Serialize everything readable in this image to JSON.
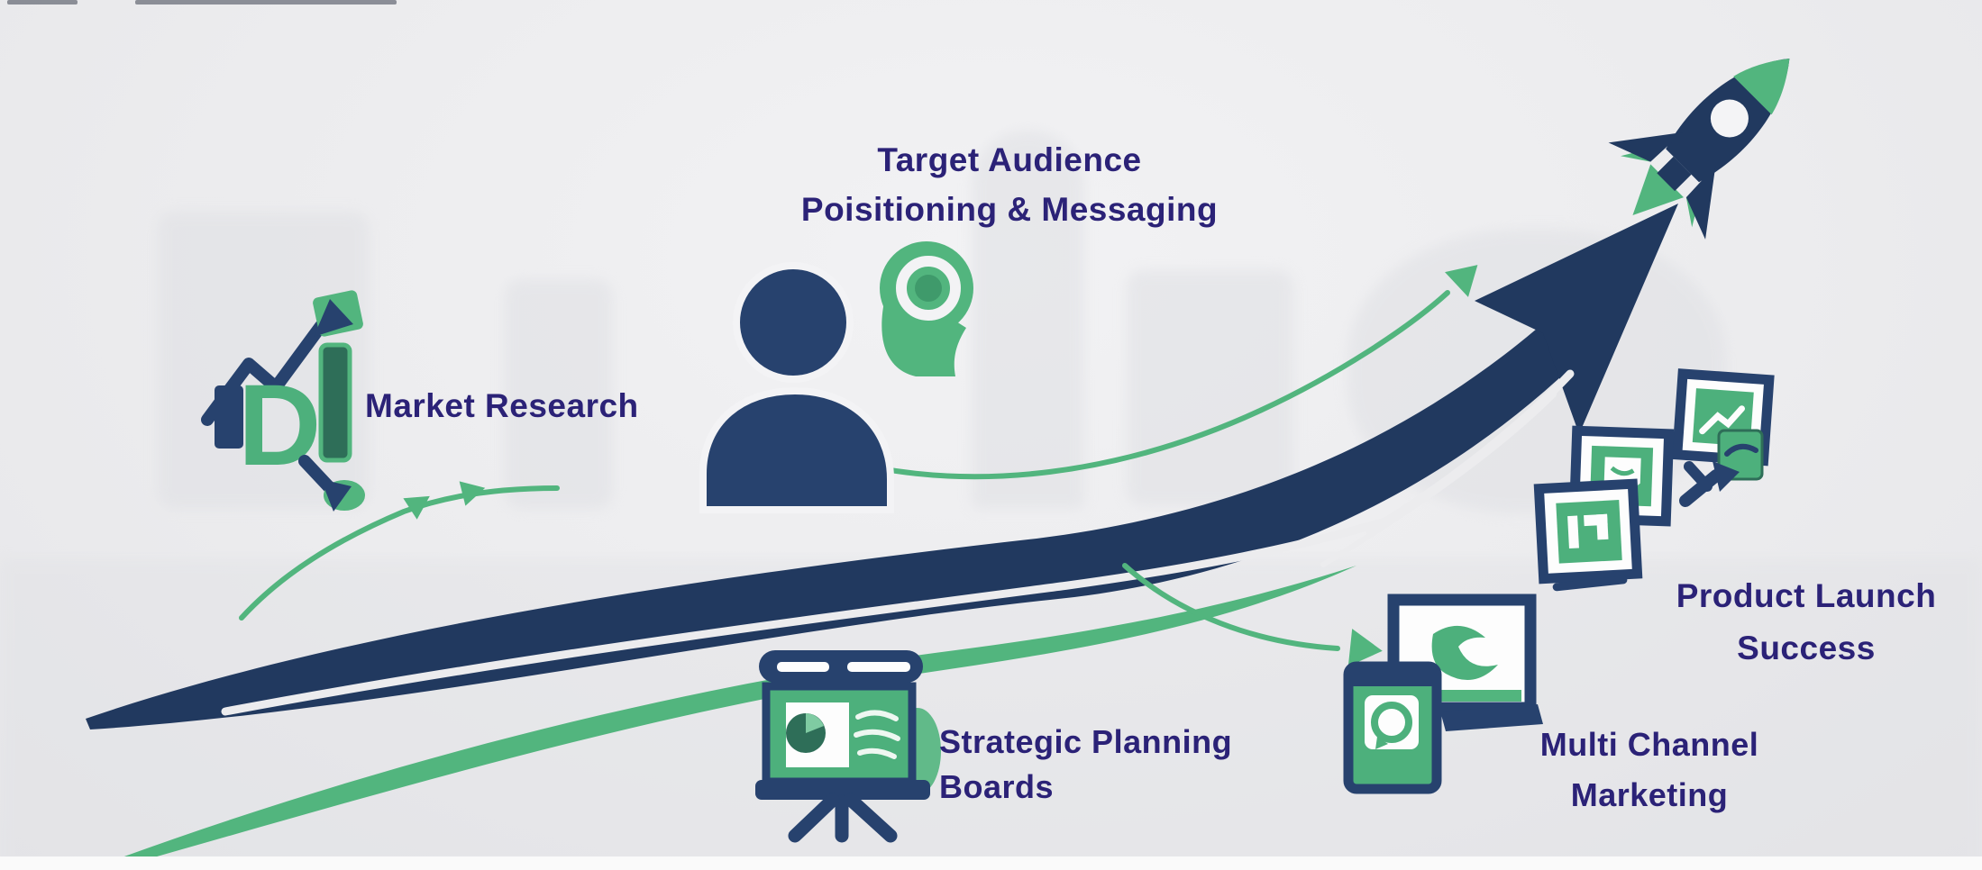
{
  "diagram": {
    "type": "process-infographic",
    "theme": "product launch growth journey with ascending arrow and rocket"
  },
  "colors": {
    "navy": "#21395f",
    "green": "#52b57e",
    "dark_green": "#2e6e58",
    "label_indigo": "#2b2277",
    "background": "#ececee"
  },
  "steps": [
    {
      "id": "market-research",
      "lines": [
        "Market Research"
      ],
      "icon": "bar-chart-analysis-icon"
    },
    {
      "id": "target-audience",
      "lines": [
        "Target Audience",
        "Poisitioning & Messaging"
      ],
      "icons": [
        "person-icon",
        "audience-head-target-icon"
      ]
    },
    {
      "id": "strategic-planning",
      "lines": [
        "Strategic Planning",
        "Boards"
      ],
      "icon": "presentation-easel-icon"
    },
    {
      "id": "multi-channel",
      "lines": [
        "Multi Channel",
        "Marketing"
      ],
      "icon": "device-screens-icon"
    },
    {
      "id": "product-launch",
      "lines": [
        "Product Launch",
        "Success"
      ],
      "icons": [
        "app-screens-icon",
        "cursor-icon",
        "rocket-icon"
      ]
    }
  ],
  "connectors": {
    "main": "large navy swoosh arrow rising from bottom-left to rocket at top-right",
    "secondary": "green swoosh band and thin green arrowed connector lines between steps"
  }
}
